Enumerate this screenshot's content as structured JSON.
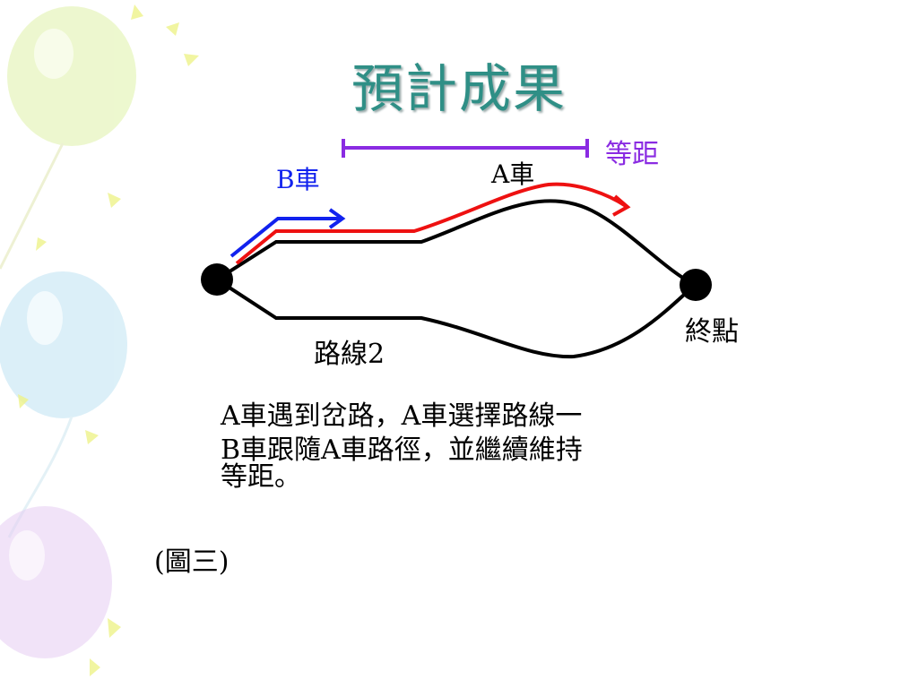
{
  "slide": {
    "title": "預計成果",
    "caption": "(圖三)"
  },
  "diagram": {
    "labels": {
      "b_car": "B車",
      "a_car": "A車",
      "equal_distance": "等距",
      "destination": "終點",
      "route2": "路線2"
    },
    "colors": {
      "a_car_path": "#ee1111",
      "b_car_path": "#1122ee",
      "distance_marker": "#8a2be2",
      "roads": "#000000",
      "title": "#2f8f86"
    }
  },
  "description": {
    "line1": "A車遇到岔路，A車選擇路線一",
    "line2": "B車跟隨A車路徑，並繼續維持",
    "line3": "等距。"
  }
}
